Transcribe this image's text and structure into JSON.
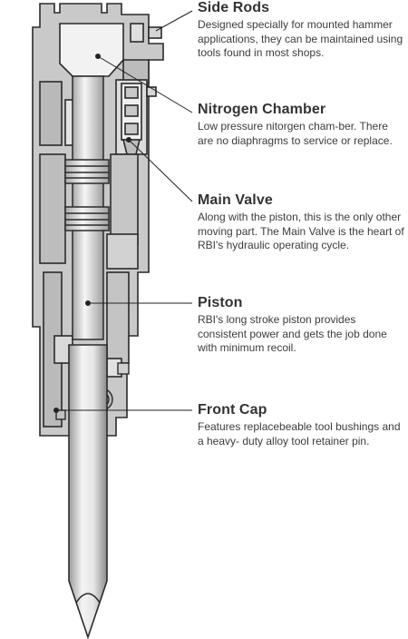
{
  "callouts": [
    {
      "id": "side-rods",
      "title": "Side Rods",
      "text": "Designed specially for mounted hammer applications, they can be maintained using tools found in most shops."
    },
    {
      "id": "nitrogen-chamber",
      "title": "Nitrogen Chamber",
      "text": "Low pressure nitorgen cham-ber. There are no diaphragms to service or replace."
    },
    {
      "id": "main-valve",
      "title": "Main Valve",
      "text": "Along with the piston, this is the only other moving part. The Main Valve is the heart of RBI's hydraulic operating cycle."
    },
    {
      "id": "piston",
      "title": "Piston",
      "text": "RBI's long stroke piston provides consistent power and gets the job done with minimum recoil."
    },
    {
      "id": "front-cap",
      "title": "Front Cap",
      "text": "Features replacebeable tool bushings and a heavy- duty alloy tool retainer pin."
    }
  ],
  "colors": {
    "body_fill": "#c8c8c8",
    "body_light": "#e2e2e2",
    "outline": "#2a2a2a",
    "text": "#3a3a3a"
  }
}
